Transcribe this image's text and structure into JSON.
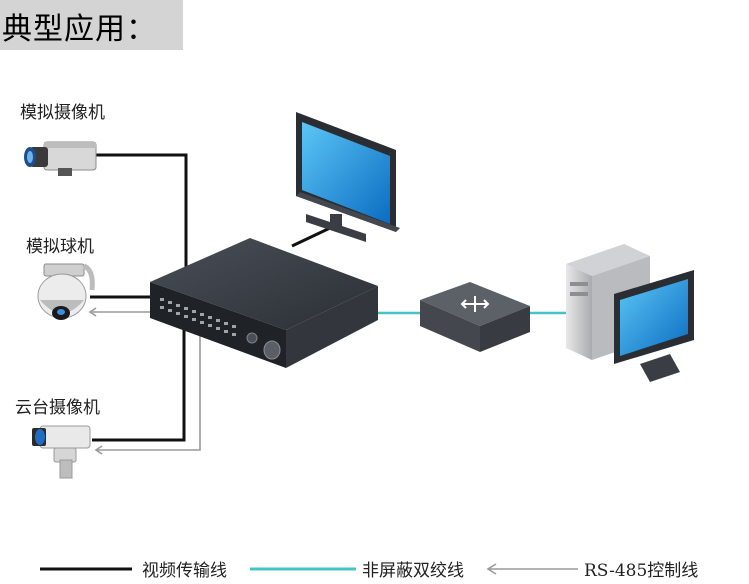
{
  "header": {
    "title": "典型应用："
  },
  "devices": {
    "analog_camera": "模拟摄像机",
    "analog_dome": "模拟球机",
    "ptz_camera": "云台摄像机"
  },
  "legend": {
    "video_cable": "视频传输线",
    "utp_cable": "非屏蔽双绞线",
    "rs485": "RS-485控制线"
  },
  "colors": {
    "video_cable": "#111111",
    "utp_cable": "#45c4c4",
    "rs485": "#9a9a9a",
    "screen_blue": "#1a8fd8",
    "device_dark": "#2e3238"
  }
}
